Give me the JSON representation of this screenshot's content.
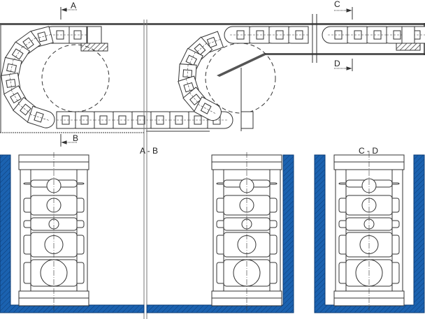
{
  "section_markers": {
    "a": "A",
    "b": "B",
    "c": "C",
    "d": "D"
  },
  "section_titles": {
    "ab": "A - B",
    "cd": "C - D"
  },
  "colors": {
    "channel": "#1b62b0",
    "channel_dark": "#0d3c75",
    "line": "#333333"
  }
}
